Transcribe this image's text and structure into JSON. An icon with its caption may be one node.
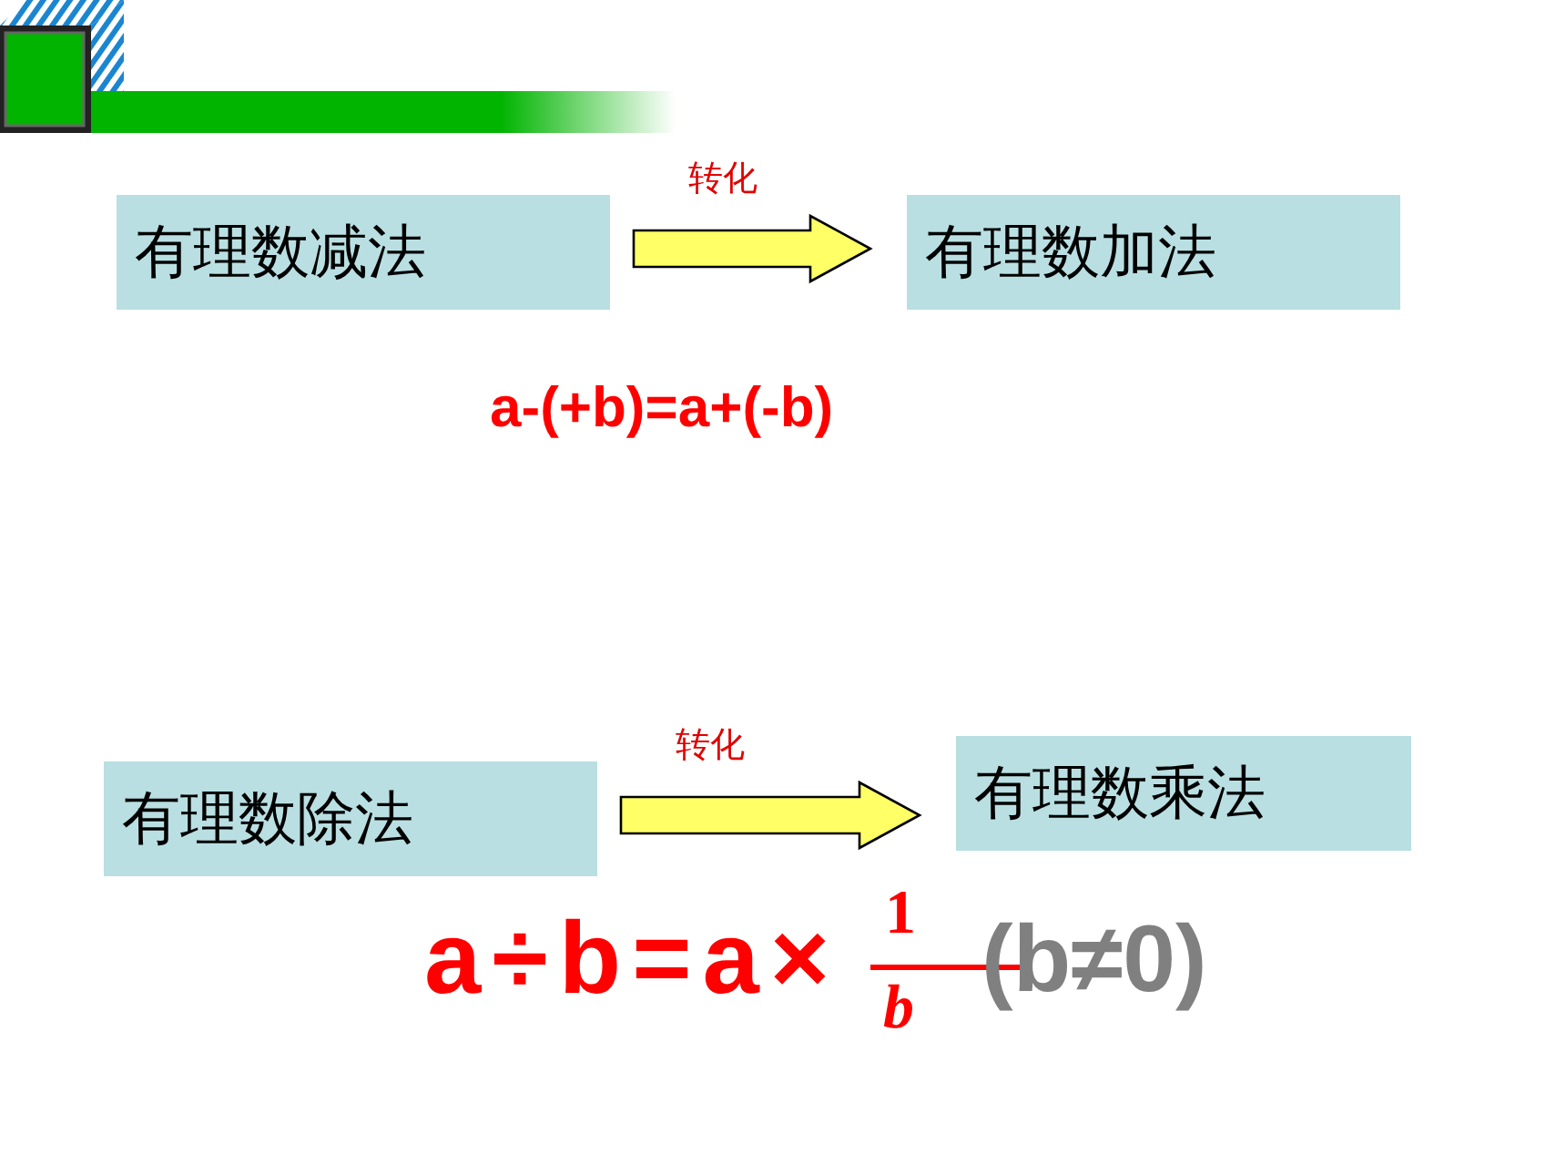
{
  "diagram": {
    "nodes": [
      {
        "text": [
          "有理数减法"
        ]
      },
      {
        "text": [
          "有理数加法"
        ]
      },
      {
        "text": [
          "有理数除法"
        ]
      },
      {
        "text": [
          "有理数乘法"
        ]
      }
    ],
    "edges": [
      {
        "from": 0,
        "to": 1,
        "arrow": "to",
        "label": "转化"
      },
      {
        "from": 2,
        "to": 3,
        "arrow": "to",
        "label": "转化"
      }
    ],
    "labels": [
      "a-(+b)=a+(-b)",
      "a÷b=a×",
      "1",
      "b",
      "(b≠0)"
    ]
  }
}
